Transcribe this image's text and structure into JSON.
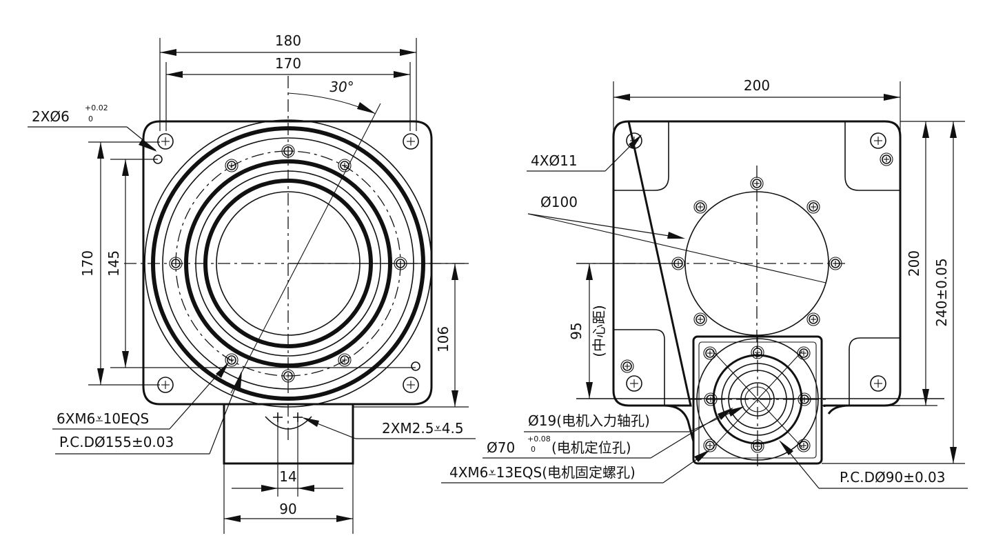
{
  "left_view": {
    "dim_180": "180",
    "dim_170_top": "170",
    "angle_30": "30°",
    "hole_2x6": "2XØ6",
    "tol_6_upper": "+0.02",
    "tol_6_lower": "0",
    "dim_170_side": "170",
    "dim_145": "145",
    "dim_106": "106",
    "thread_6xm6": "6XM6⩡10EQS",
    "pcd_155": "P.C.DØ155±0.03",
    "thread_2xm25": "2XM2.5⩡4.5",
    "dim_14": "14",
    "dim_90": "90"
  },
  "right_view": {
    "dim_200_top": "200",
    "hole_4x11": "4XØ11",
    "dia_100": "Ø100",
    "dim_95": "95",
    "center_dist_label": "(中心距)",
    "dim_200_side": "200",
    "dim_240": "240±0.05",
    "motor_shaft_hole": "Ø19(电机入力轴孔)",
    "motor_pos_hole": "Ø70",
    "tol_70_upper": "+0.08",
    "tol_70_lower": "0",
    "motor_pos_label": "(电机定位孔)",
    "motor_fix_thread": "4XM6⩡13EQS(电机固定螺孔)",
    "pcd_90": "P.C.DØ90±0.03"
  }
}
